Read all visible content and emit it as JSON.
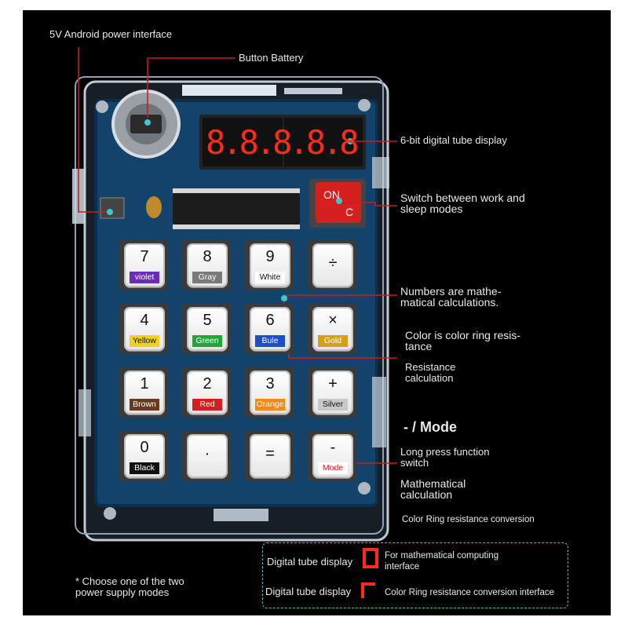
{
  "annotations": {
    "power": "5V Android power interface",
    "battery": "Button Battery",
    "display": "6-bit digital tube display",
    "switch": "Switch between work and sleep modes",
    "numbers": "Numbers are mathe-matical calculations.",
    "color": "Color is color ring resis-tance",
    "resistance": "Resistance calculation",
    "mode_heading": "- / Mode",
    "long_press": "Long press function switch",
    "math": "Mathematical calculation",
    "color_conv": "Color Ring resistance conversion",
    "supply_note": "* Choose one of the two power supply modes"
  },
  "legend": {
    "row1_label": "Digital tube display",
    "row1_glyph": "0",
    "row1_text": "For mathematical computing interface",
    "row2_label": "Digital tube display",
    "row2_glyph": "r",
    "row2_text": "Color Ring resistance conversion interface"
  },
  "device": {
    "display_digits": "8.8.8.8.8.8.",
    "on_label": "ON",
    "c_label": "C",
    "keys": [
      {
        "sym": "7",
        "label": "violet",
        "color": "#6a2bb8"
      },
      {
        "sym": "8",
        "label": "Gray",
        "color": "#7a7a7a"
      },
      {
        "sym": "9",
        "label": "White",
        "color": "#ffffff"
      },
      {
        "sym": "÷",
        "label": "",
        "color": ""
      },
      {
        "sym": "4",
        "label": "Yellow",
        "color": "#f2d21b"
      },
      {
        "sym": "5",
        "label": "Green",
        "color": "#1fa83a"
      },
      {
        "sym": "6",
        "label": "Bule",
        "color": "#1f4fc8"
      },
      {
        "sym": "×",
        "label": "Gold",
        "color": "#d4a017"
      },
      {
        "sym": "1",
        "label": "Brown",
        "color": "#6b3a1e"
      },
      {
        "sym": "2",
        "label": "Red",
        "color": "#d21f1f"
      },
      {
        "sym": "3",
        "label": "Orange",
        "color": "#f08a1a"
      },
      {
        "sym": "+",
        "label": "Silver",
        "color": "#c8c8c8"
      },
      {
        "sym": "0",
        "label": "Black",
        "color": "#111111"
      },
      {
        "sym": "·",
        "label": "",
        "color": ""
      },
      {
        "sym": "=",
        "label": "",
        "color": ""
      },
      {
        "sym": "-",
        "label": "Mode",
        "color": "#ffffff"
      }
    ]
  },
  "colors": {
    "pcb": "#13436b",
    "acrylic": "#c9d6e0",
    "accent": "#3cc7d0",
    "line": "#c41e1e",
    "digit": "#ff2a1a"
  }
}
